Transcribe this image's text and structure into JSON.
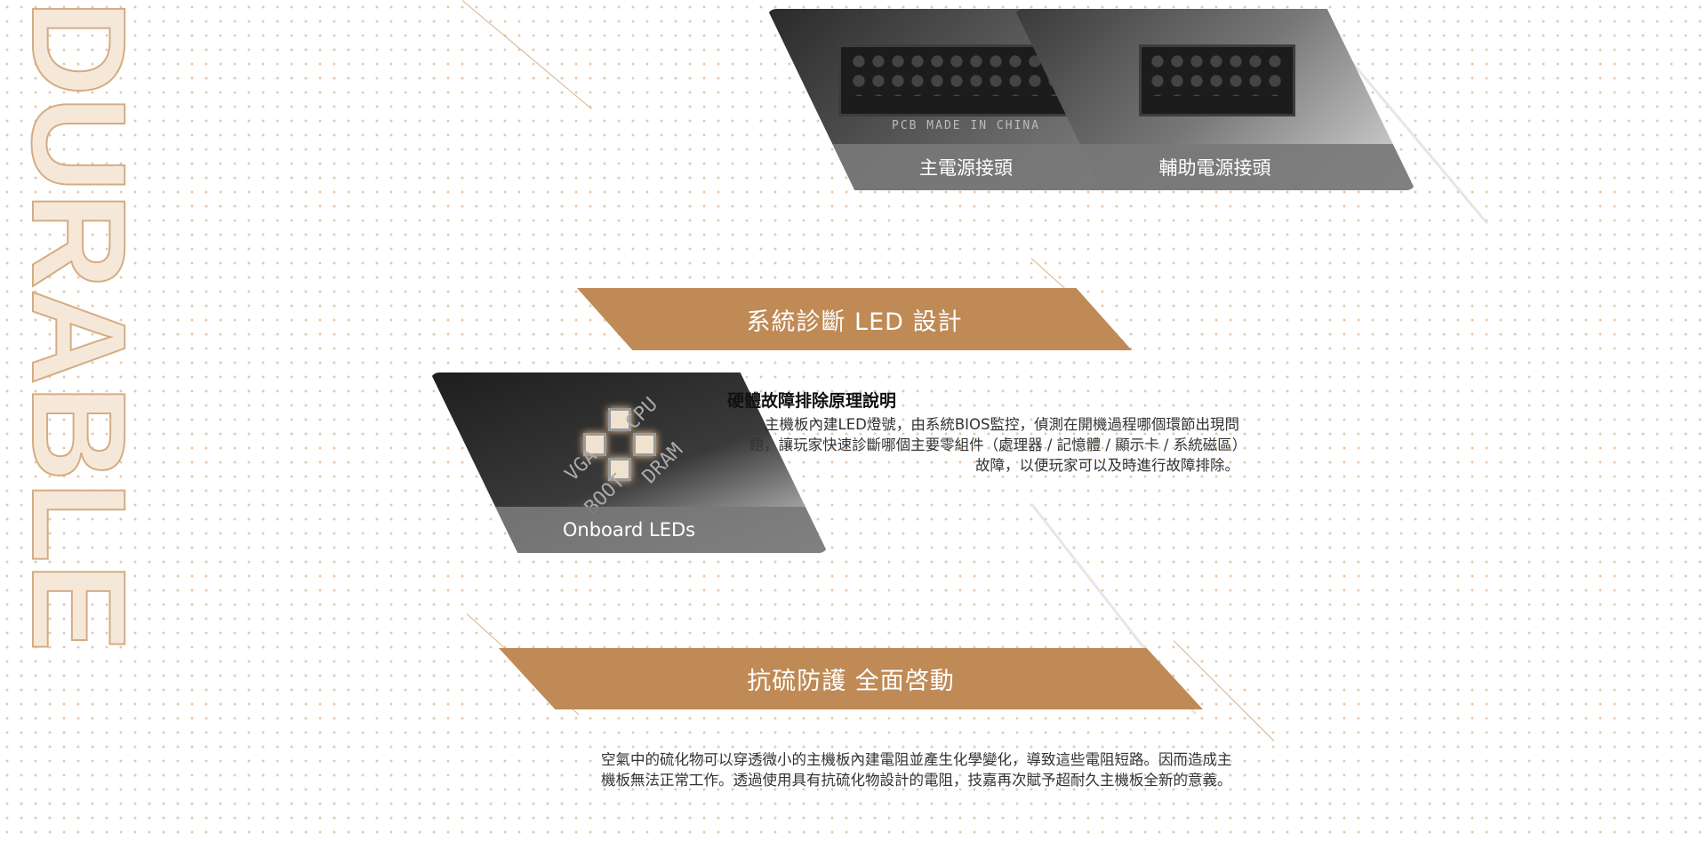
{
  "side_text": "DURABLE",
  "connectors": {
    "main_label": "主電源接頭",
    "aux_label": "輔助電源接頭",
    "pcb_text": "PCB MADE IN CHINA"
  },
  "led_section": {
    "banner": "系統診斷 LED 設計",
    "card_label": "Onboard LEDs",
    "led_labels": [
      "VGA",
      "CPU",
      "BOOT",
      "DRAM"
    ],
    "heading": "硬體故障排除原理說明",
    "paragraph": "主機板內建LED燈號，由系統BIOS監控，偵測在開機過程哪個環節出現問題，讓玩家快速診斷哪個主要零組件（處理器 / 記憶體 / 顯示卡 / 系統磁區）故障，以便玩家可以及時進行故障排除。"
  },
  "anti_sulfur": {
    "banner": "抗硫防護  全面啓動",
    "paragraph": "空氣中的硫化物可以穿透微小的主機板內建電阻並產生化學變化，導致這些電阻短路。因而造成主機板無法正常工作。透過使用具有抗硫化物設計的電阻，技嘉再次賦予超耐久主機板全新的意義。"
  },
  "colors": {
    "accent": "#bf8a56",
    "card_label_bg": "#787878"
  }
}
